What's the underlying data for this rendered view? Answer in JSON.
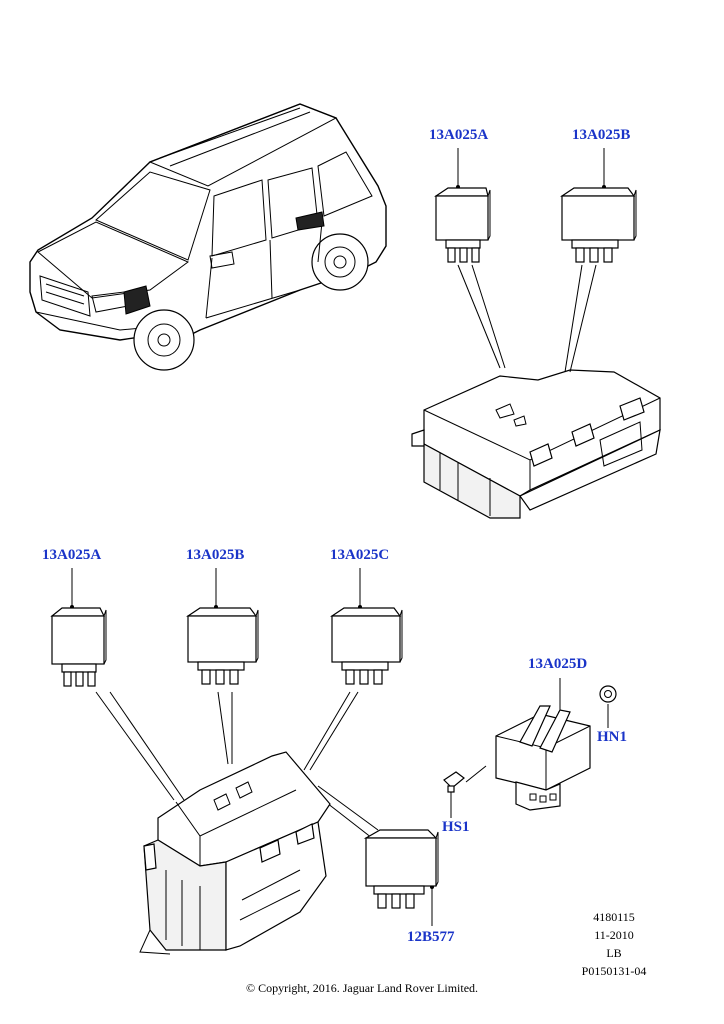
{
  "callouts": {
    "top_relay_a": "13A025A",
    "top_relay_b": "13A025B",
    "bottom_relay_a": "13A025A",
    "bottom_relay_b": "13A025B",
    "bottom_relay_c": "13A025C",
    "relay_d": "13A025D",
    "nut": "HN1",
    "screw": "HS1",
    "relay_577": "12B577"
  },
  "reference": {
    "number": "4180115",
    "date": "11-2010",
    "code": "LB",
    "part": "P0150131-04"
  },
  "copyright": "© Copyright, 2016. Jaguar Land Rover Limited.",
  "colors": {
    "callout": "#1a34c8"
  }
}
